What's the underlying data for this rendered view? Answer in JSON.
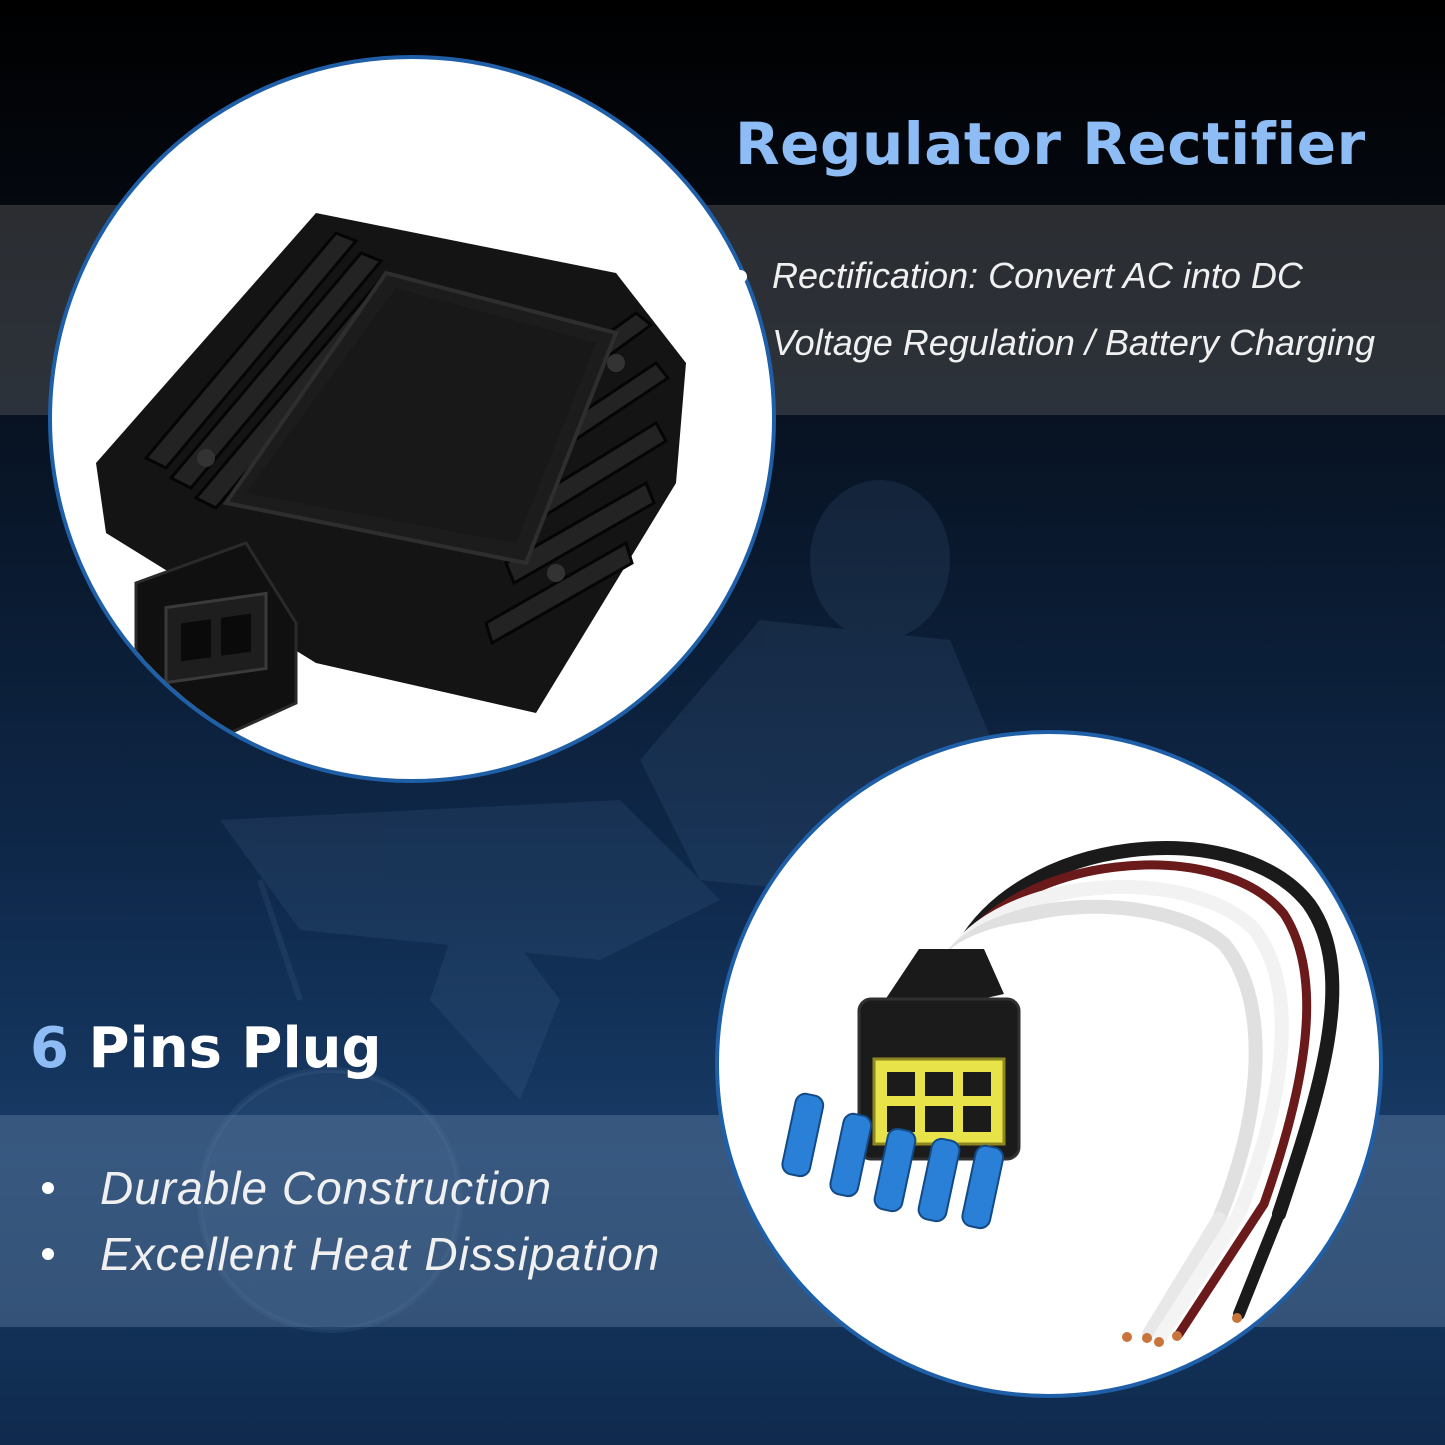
{
  "regulator": {
    "title": "Regulator Rectifier",
    "bullets": [
      "Rectification: Convert AC into DC",
      "Voltage Regulation / Battery Charging"
    ]
  },
  "plug": {
    "title_number": "6",
    "title_text": "Pins Plug",
    "bullets": [
      "Durable Construction",
      "Excellent Heat Dissipation"
    ]
  },
  "colors": {
    "accent_blue": "#8ebcf5",
    "circle_border": "#1f5fa8",
    "terminal_blue": "#2a7fd6",
    "connector_yellow": "#e9e34a"
  },
  "icons": {
    "regulator_image": "regulator-rectifier-icon",
    "harness_image": "connector-harness-icon",
    "background": "motorcycle-rider-silhouette"
  }
}
